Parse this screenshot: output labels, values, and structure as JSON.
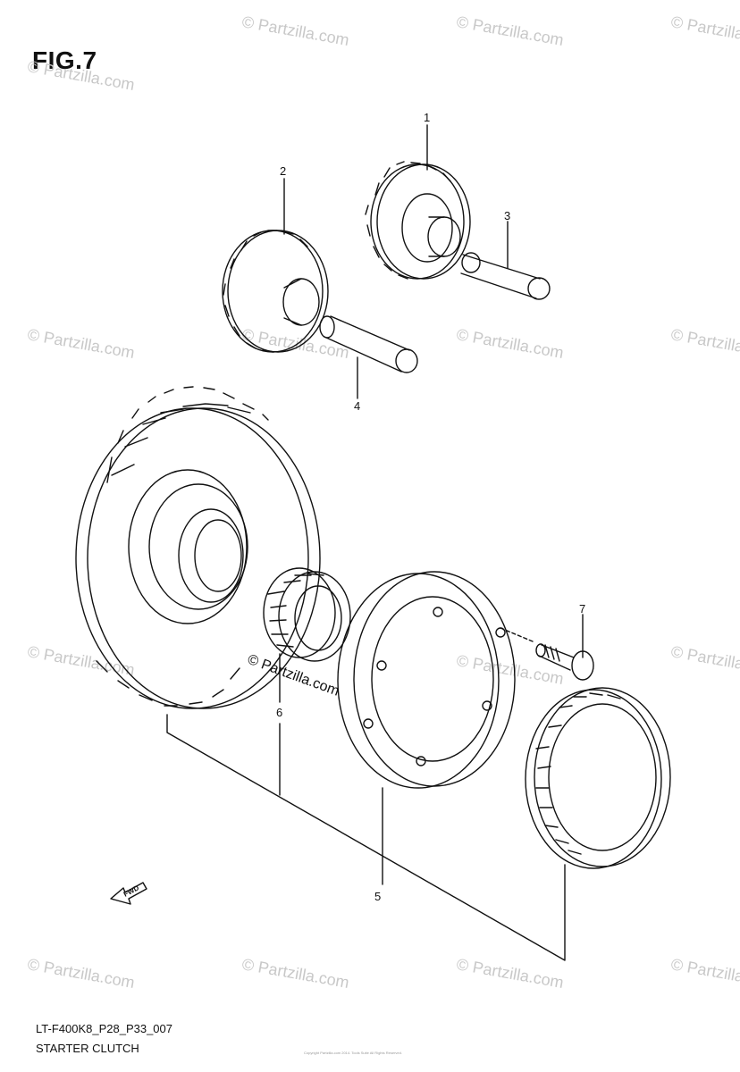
{
  "figure": {
    "title": "FIG.7",
    "model_code": "LT-F400K8_P28_P33_007",
    "section_name": "STARTER CLUTCH"
  },
  "callouts": [
    {
      "id": "1",
      "label": "1"
    },
    {
      "id": "2",
      "label": "2"
    },
    {
      "id": "3",
      "label": "3"
    },
    {
      "id": "4",
      "label": "4"
    },
    {
      "id": "5",
      "label": "5"
    },
    {
      "id": "6",
      "label": "6"
    },
    {
      "id": "7",
      "label": "7"
    }
  ],
  "direction_marker": {
    "label": "FWD"
  },
  "watermark": {
    "text": "© Partzilla.com",
    "center_text": "© Partzilla.com"
  },
  "copyright": {
    "text": "Copyright Partzilla.com 2014. Tools Suite All Rights Reserved."
  }
}
